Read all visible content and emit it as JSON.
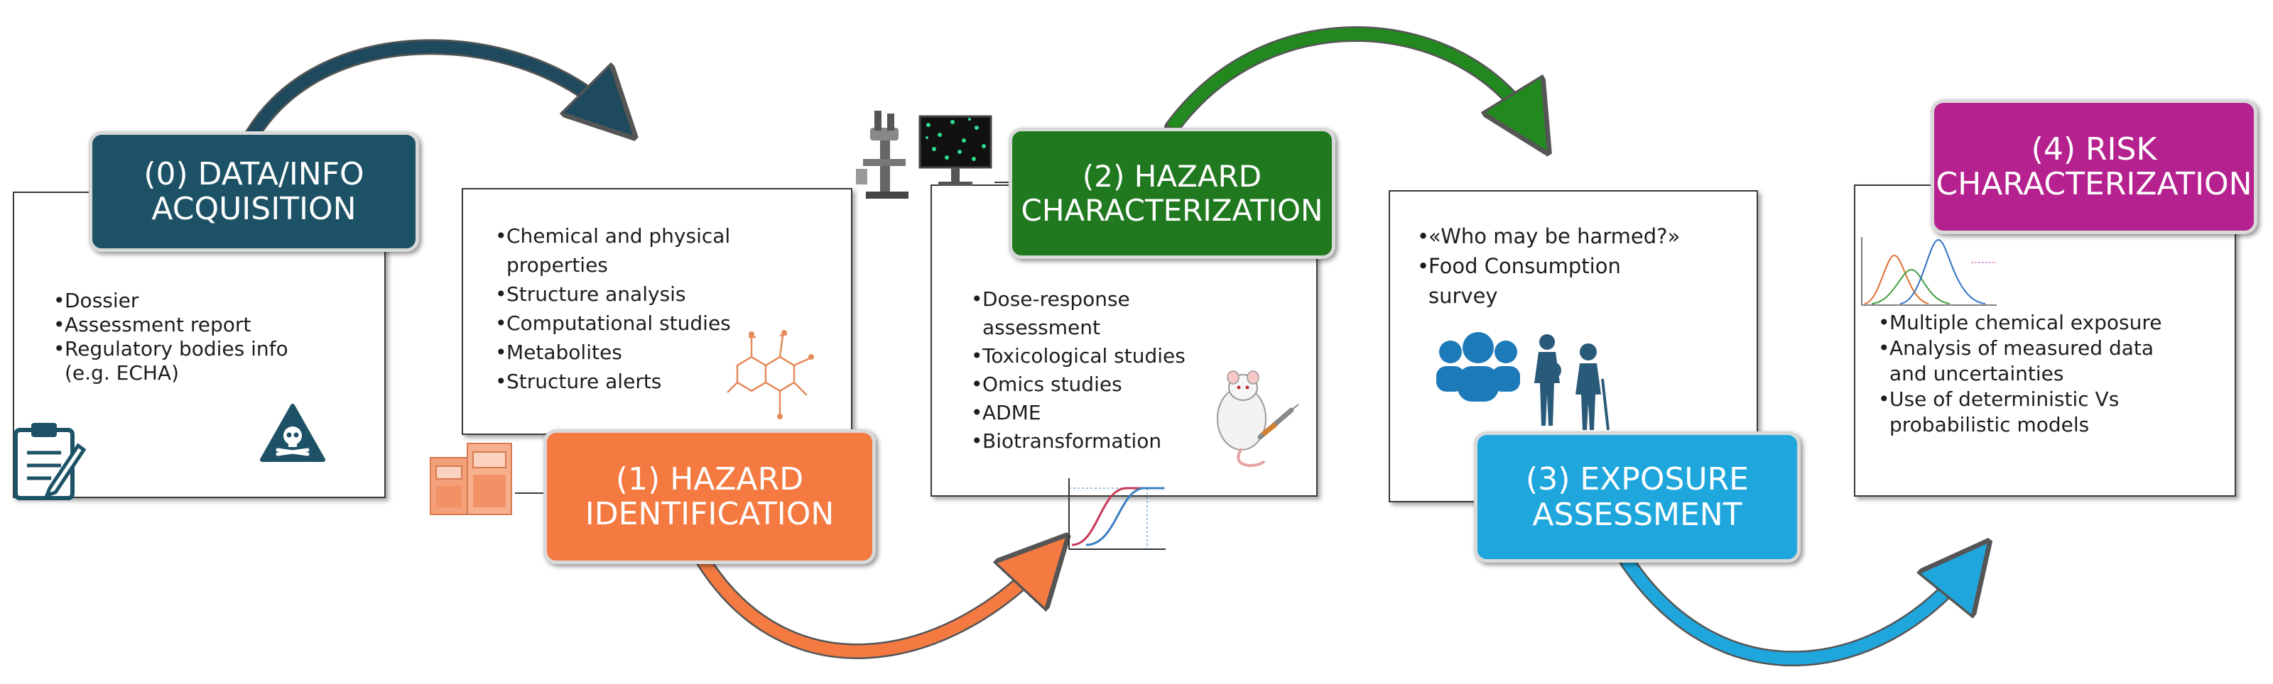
{
  "colors": {
    "stage0": "#1d5266",
    "stage1": "#f47a42",
    "stage2": "#21791f",
    "stage3": "#1fa7dd",
    "stage4": "#b5218f",
    "arrow0": "#1f4a5e",
    "arrow1": "#f47a42",
    "arrow2": "#22891f",
    "arrow3": "#1fa7dd"
  },
  "stages": [
    {
      "title_line1": "(0) DATA/INFO",
      "title_line2": "ACQUISITION",
      "bullets": [
        "Dossier",
        "Assessment report",
        "Regulatory bodies info",
        "(e.g. ECHA)"
      ]
    },
    {
      "title_line1": "(1) HAZARD",
      "title_line2": "IDENTIFICATION",
      "bullets": [
        "Chemical and physical",
        "properties",
        "Structure analysis",
        "Computational studies",
        "Metabolites",
        "Structure alerts"
      ]
    },
    {
      "title_line1": "(2) HAZARD",
      "title_line2": "CHARACTERIZATION",
      "bullets": [
        "Dose-response",
        "assessment",
        "Toxicological studies",
        "Omics studies",
        "ADME",
        "Biotransformation"
      ]
    },
    {
      "title_line1": "(3) EXPOSURE",
      "title_line2": "ASSESSMENT",
      "bullets": [
        "«Who may be harmed?»",
        "Food Consumption",
        "survey"
      ]
    },
    {
      "title_line1": "(4) RISK",
      "title_line2": "CHARACTERIZATION",
      "bullets": [
        "Multiple chemical exposure",
        "Analysis of measured data",
        "and uncertainties",
        "Use of deterministic Vs",
        "probabilistic models"
      ]
    }
  ],
  "icons": [
    "clipboard-icon",
    "toxic-hazard-icon",
    "molecule-structure-icon",
    "mass-spectrometer-icon",
    "microscope-workstation-icon",
    "lab-rat-syringe-icon",
    "dose-response-curve-icon",
    "population-group-icon",
    "distribution-curves-icon"
  ]
}
